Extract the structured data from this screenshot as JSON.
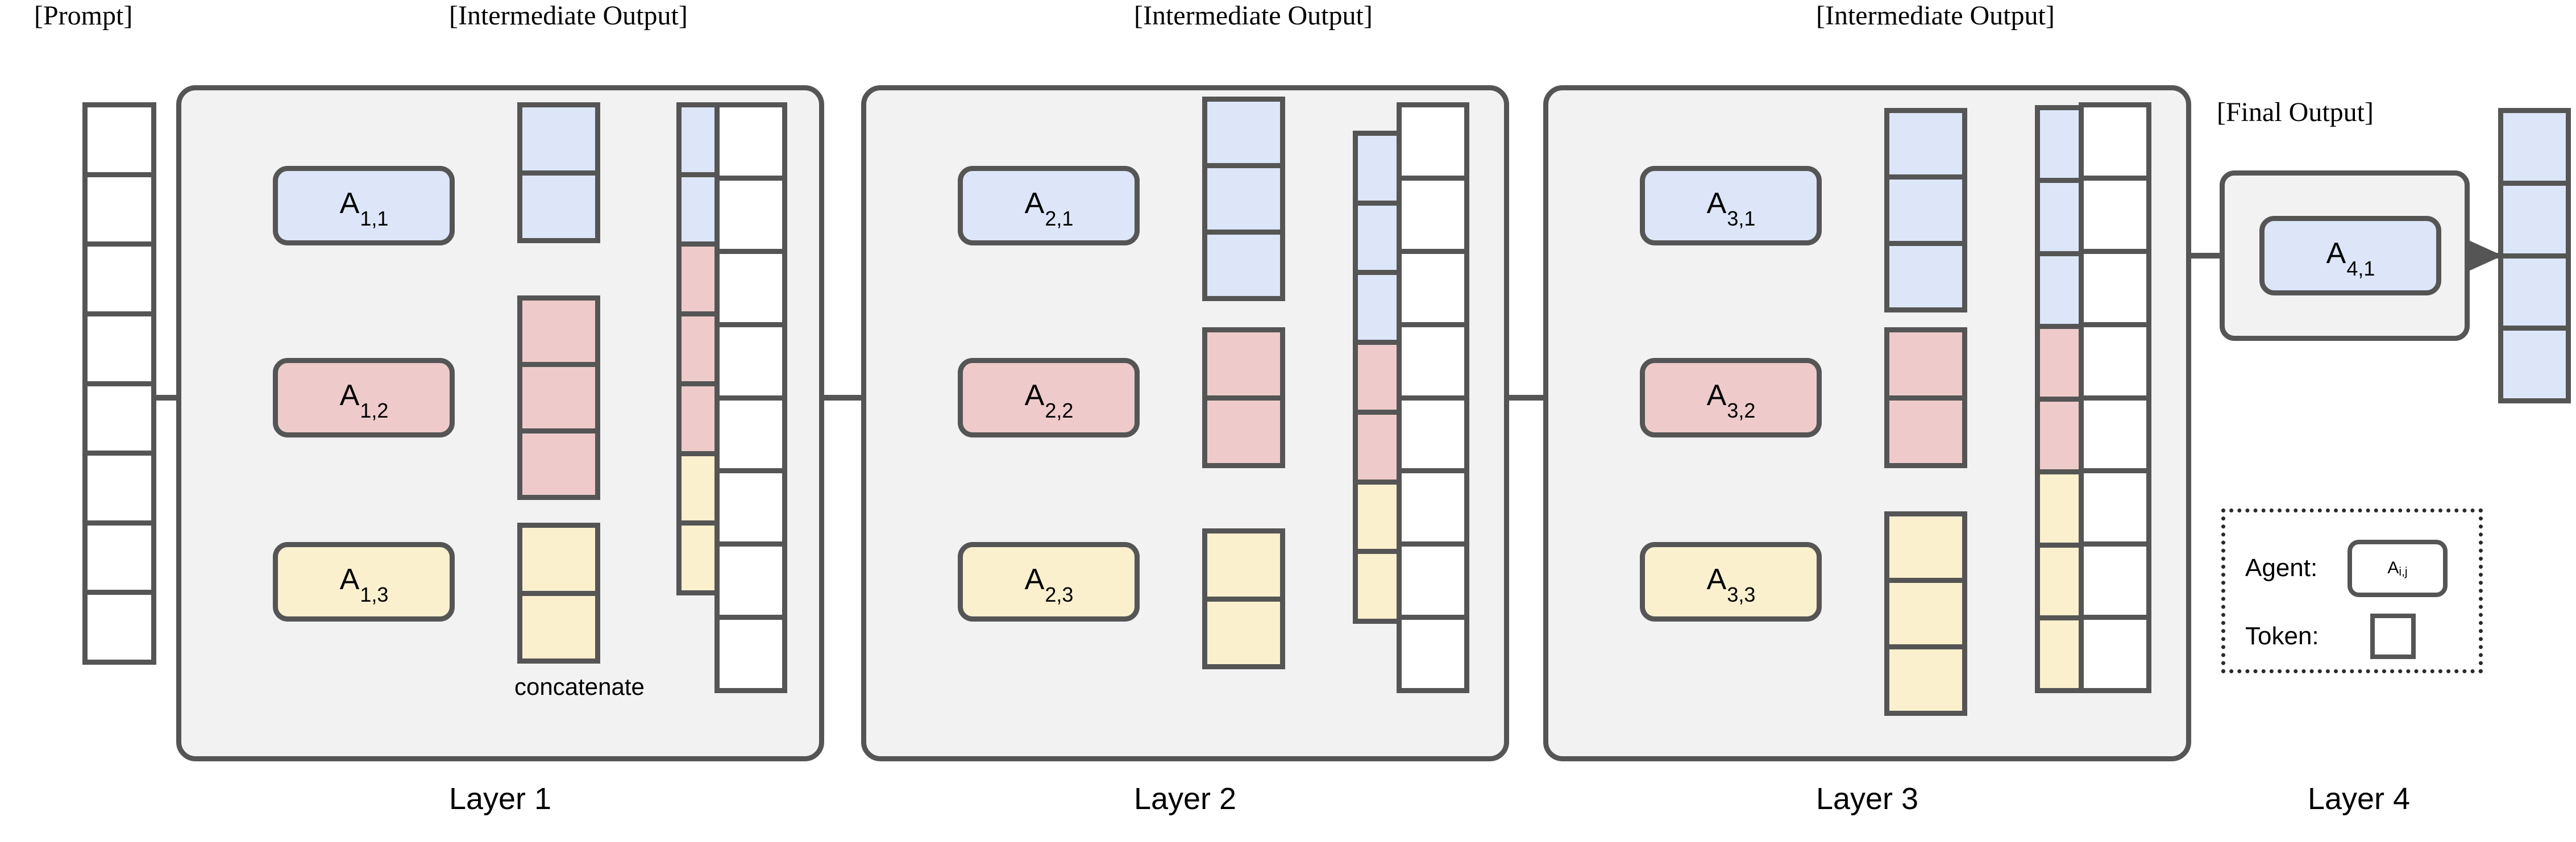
{
  "diagram": {
    "title": "Layered multi-agent pipeline",
    "colors": {
      "agent_blue": "#dce6f8",
      "agent_red": "#eecbca",
      "agent_yellow": "#faf0cd",
      "token_white": "#ffffff",
      "stroke": "#555555",
      "panel_fill": "#f2f2f2",
      "legend_border": "#2b2b2b",
      "background": "#ffffff"
    },
    "labels": {
      "prompt": "[Prompt]",
      "intermediate_output": "[Intermediate Output]",
      "final_output": "[Final Output]",
      "concatenate": "concatenate"
    },
    "legend": {
      "agent_label": "Agent:",
      "agent_symbol": "A",
      "agent_subscript": "i,j",
      "token_label": "Token:"
    },
    "prompt_column": {
      "name": "prompt-tokens",
      "count": 8,
      "color": "token_white"
    },
    "layers": [
      {
        "id": "layer1",
        "label": "Layer 1",
        "header": "[Intermediate Output]",
        "agents": [
          {
            "symbol": "A",
            "subscript": "1,1",
            "color": "agent_blue"
          },
          {
            "symbol": "A",
            "subscript": "1,2",
            "color": "agent_red"
          },
          {
            "symbol": "A",
            "subscript": "1,3",
            "color": "agent_yellow"
          }
        ],
        "agent_outputs": [
          {
            "color": "agent_blue",
            "count": 2
          },
          {
            "color": "agent_red",
            "count": 3
          },
          {
            "color": "agent_yellow",
            "count": 2
          }
        ],
        "concat_column": [
          {
            "color": "agent_blue",
            "count": 2
          },
          {
            "color": "agent_red",
            "count": 3
          },
          {
            "color": "agent_yellow",
            "count": 2
          }
        ],
        "prompt_column": {
          "color": "token_white",
          "count": 8
        },
        "has_concatenate_label": true
      },
      {
        "id": "layer2",
        "label": "Layer 2",
        "header": "[Intermediate Output]",
        "agents": [
          {
            "symbol": "A",
            "subscript": "2,1",
            "color": "agent_blue"
          },
          {
            "symbol": "A",
            "subscript": "2,2",
            "color": "agent_red"
          },
          {
            "symbol": "A",
            "subscript": "2,3",
            "color": "agent_yellow"
          }
        ],
        "agent_outputs": [
          {
            "color": "agent_blue",
            "count": 3
          },
          {
            "color": "agent_red",
            "count": 2
          },
          {
            "color": "agent_yellow",
            "count": 2
          }
        ],
        "concat_column": [
          {
            "color": "agent_blue",
            "count": 3
          },
          {
            "color": "agent_red",
            "count": 2
          },
          {
            "color": "agent_yellow",
            "count": 2
          }
        ],
        "prompt_column": {
          "color": "token_white",
          "count": 8
        },
        "has_concatenate_label": false
      },
      {
        "id": "layer3",
        "label": "Layer 3",
        "header": "[Intermediate Output]",
        "agents": [
          {
            "symbol": "A",
            "subscript": "3,1",
            "color": "agent_blue"
          },
          {
            "symbol": "A",
            "subscript": "3,2",
            "color": "agent_red"
          },
          {
            "symbol": "A",
            "subscript": "3,3",
            "color": "agent_yellow"
          }
        ],
        "agent_outputs": [
          {
            "color": "agent_blue",
            "count": 3
          },
          {
            "color": "agent_red",
            "count": 2
          },
          {
            "color": "agent_yellow",
            "count": 3
          }
        ],
        "concat_column": [
          {
            "color": "agent_blue",
            "count": 3
          },
          {
            "color": "agent_red",
            "count": 2
          },
          {
            "color": "agent_yellow",
            "count": 3
          }
        ],
        "prompt_column": {
          "color": "token_white",
          "count": 8
        },
        "has_concatenate_label": false
      },
      {
        "id": "layer4",
        "label": "Layer 4",
        "header": "[Final Output]",
        "agents": [
          {
            "symbol": "A",
            "subscript": "4,1",
            "color": "agent_blue"
          }
        ],
        "agent_outputs": [],
        "concat_column": [],
        "prompt_column": null,
        "has_concatenate_label": false
      }
    ],
    "final_output_column": {
      "color": "agent_blue",
      "count": 4
    }
  }
}
